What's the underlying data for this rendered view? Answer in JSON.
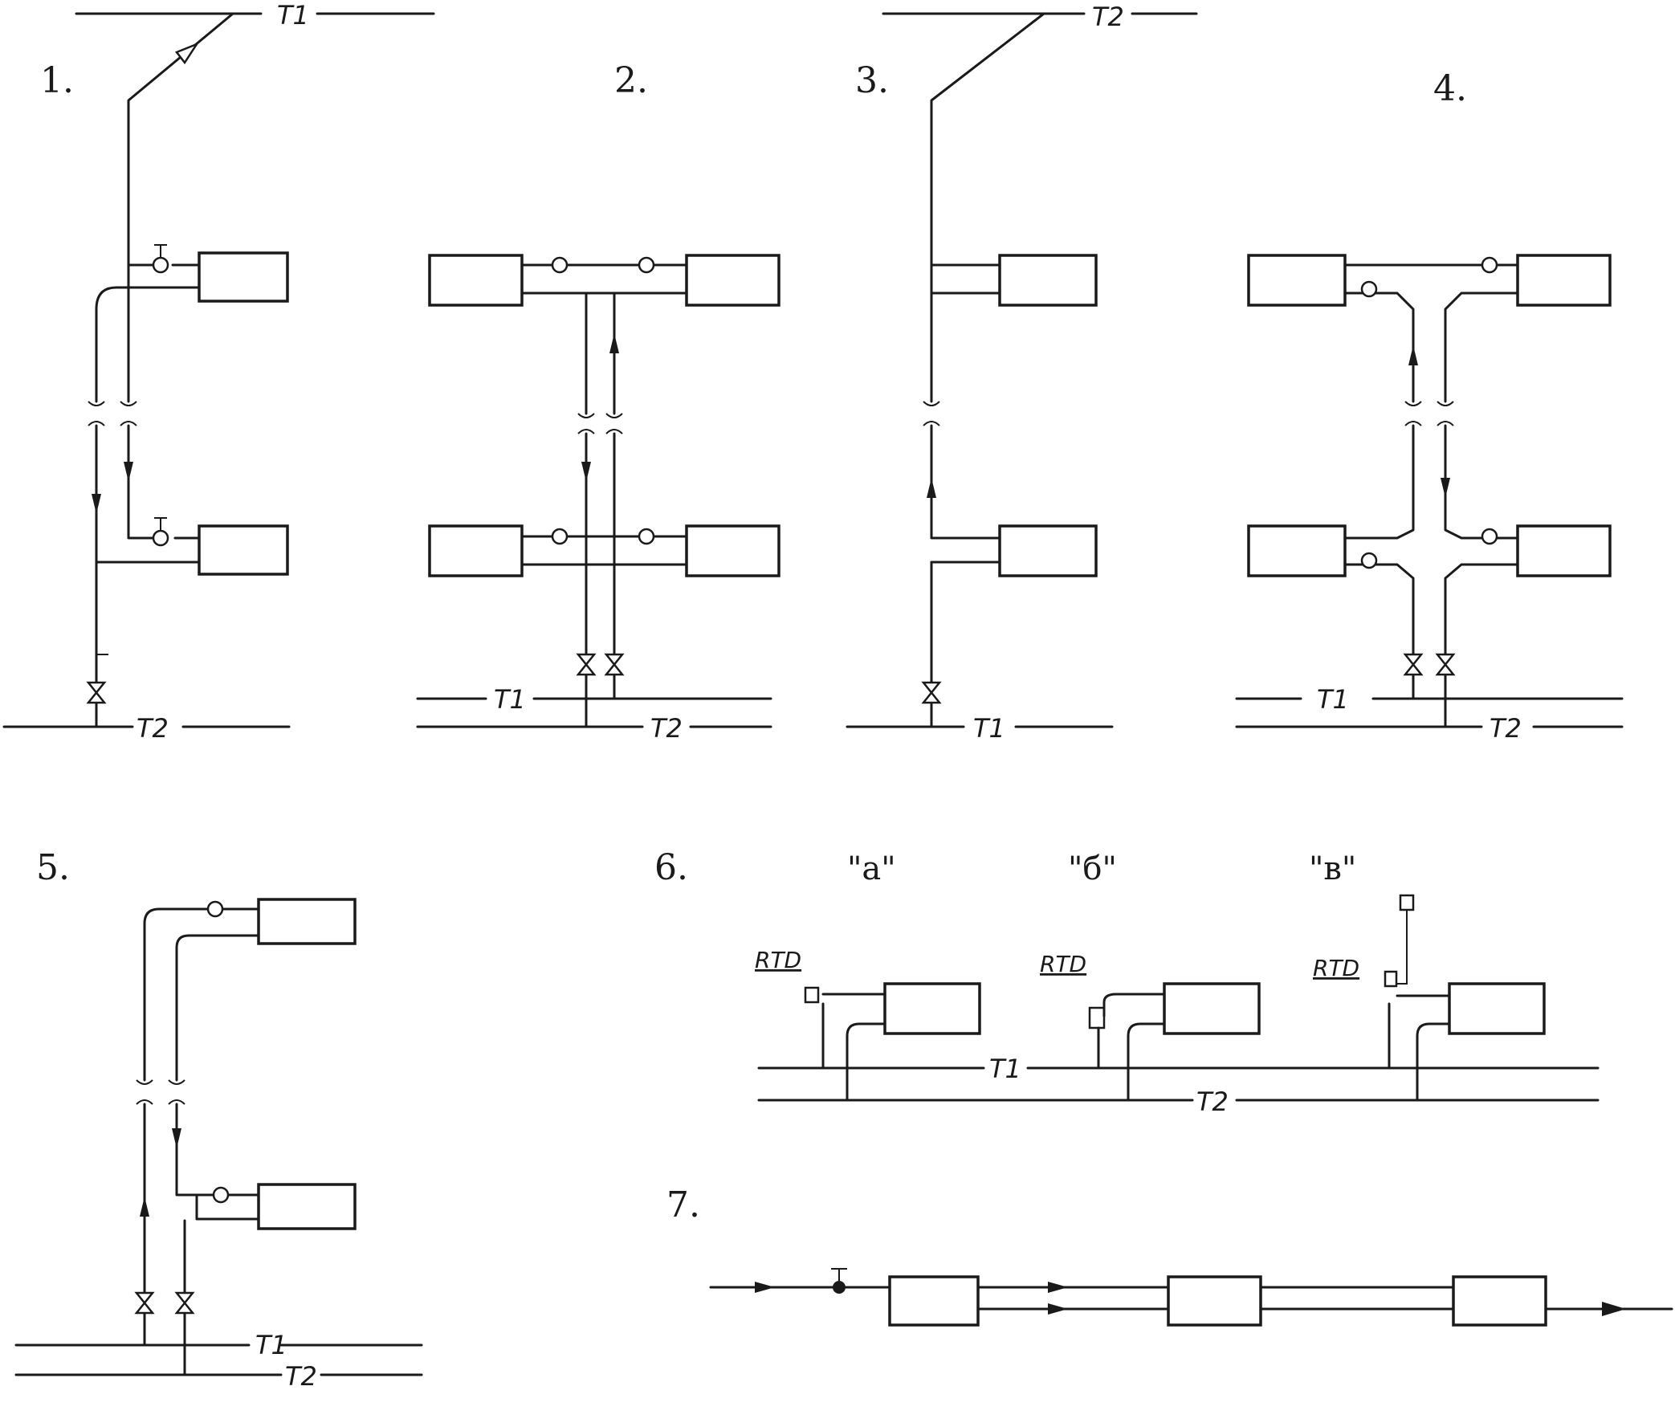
{
  "figure_numbers": [
    "1.",
    "2.",
    "3.",
    "4.",
    "5.",
    "6.",
    "7."
  ],
  "pipes": {
    "supply": "T1",
    "return": "T2"
  },
  "variants": {
    "a": "\"а\"",
    "b": "\"б\"",
    "c": "\"в\""
  },
  "thermostat_label": "RTD",
  "colors": {
    "ink": "#1a1a1a",
    "paper": "#ffffff"
  },
  "icons": [
    "radiator",
    "radiator-valve",
    "ball-valve",
    "drain-valve",
    "flow-arrow",
    "thermostatic-sensor",
    "remote-sensor"
  ]
}
